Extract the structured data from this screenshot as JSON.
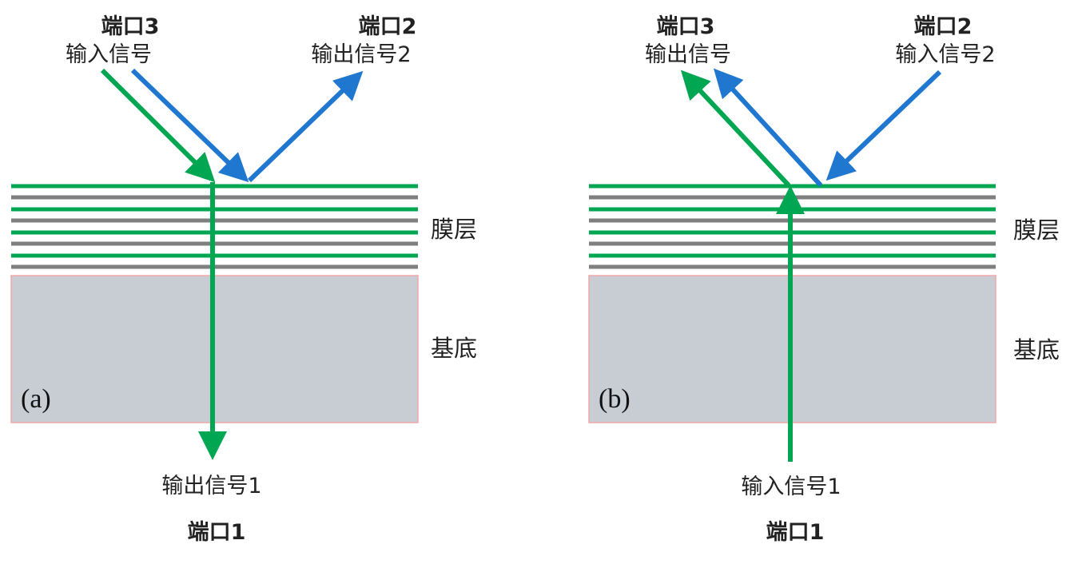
{
  "colors": {
    "green": "#00A651",
    "blue": "#1F77D0",
    "gray_layer": "#7F7F7F",
    "substrate_fill": "#C8CCD3",
    "substrate_border": "#F2A7A7",
    "text": "#222222"
  },
  "panel_a": {
    "tag": "(a)",
    "port3_title": "端口3",
    "port3_signal": "输入信号",
    "port2_title": "端口2",
    "port2_signal": "输出信号2",
    "port1_signal": "输出信号1",
    "port1_title": "端口1",
    "film_label": "膜层",
    "substrate_label": "基底"
  },
  "panel_b": {
    "tag": "(b)",
    "port3_title": "端口3",
    "port3_signal": "输出信号",
    "port2_title": "端口2",
    "port2_signal": "输入信号2",
    "port1_signal": "输入信号1",
    "port1_title": "端口1",
    "film_label": "膜层",
    "substrate_label": "基底"
  }
}
